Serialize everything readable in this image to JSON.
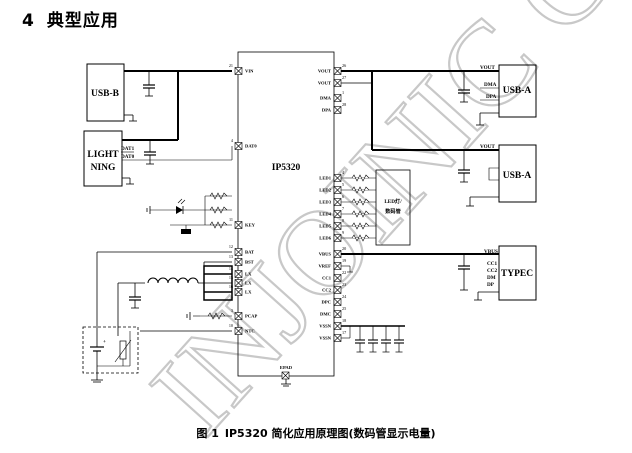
{
  "heading": {
    "number": "4",
    "title": "典型应用"
  },
  "chip": {
    "name": "IP5320",
    "left_pins": [
      {
        "num": "21",
        "name": "VIN"
      },
      {
        "num": "4",
        "name": "DAT0"
      },
      {
        "num": "11",
        "name": "KEY"
      },
      {
        "num": "12",
        "name": "BAT"
      },
      {
        "num": "13",
        "name": "BST"
      },
      {
        "num": "14",
        "name": "LX"
      },
      {
        "num": "15",
        "name": "LX"
      },
      {
        "num": "16",
        "name": "LX"
      },
      {
        "num": "3",
        "name": "PCAP"
      },
      {
        "num": "10",
        "name": "NTC"
      }
    ],
    "right_pins": [
      {
        "num": "26",
        "name": "VOUT"
      },
      {
        "num": "27",
        "name": "VOUT"
      },
      {
        "num": "1",
        "name": "DMA"
      },
      {
        "num": "28",
        "name": "DPA"
      },
      {
        "num": "4",
        "name": "LED1"
      },
      {
        "num": "5",
        "name": "LED2"
      },
      {
        "num": "6",
        "name": "LED3"
      },
      {
        "num": "7",
        "name": "LED4"
      },
      {
        "num": "8",
        "name": "LED5"
      },
      {
        "num": "9",
        "name": "LED6"
      },
      {
        "num": "20",
        "name": "VBUS"
      },
      {
        "num": "19",
        "name": "VREF"
      },
      {
        "num": "22",
        "name": "CC1"
      },
      {
        "num": "23",
        "name": "CC2"
      },
      {
        "num": "24",
        "name": "DPC"
      },
      {
        "num": "25",
        "name": "DMC"
      },
      {
        "num": "18",
        "name": "VSSN"
      },
      {
        "num": "17",
        "name": "VSSN"
      }
    ],
    "bottom_pin": {
      "num": "",
      "name": "EPAD"
    }
  },
  "connectors": {
    "usb_b": "USB-B",
    "lightning_line1": "LIGHT",
    "lightning_line2": "NING",
    "usb_a1": "USB-A",
    "usb_a2": "USB-A",
    "typec": "TYPEC"
  },
  "signals": {
    "dat1": "DAT1",
    "dat0": "DAT0",
    "vout1": "VOUT",
    "dma": "DMA",
    "dpa": "DPA",
    "vout2": "VOUT",
    "vbus": "VBUS",
    "cc1": "CC1",
    "cc2": "CC2",
    "dm": "DM",
    "dp": "DP"
  },
  "led_box": {
    "line1": "LED灯/",
    "line2": "数码管"
  },
  "caption": {
    "fig": "图 1",
    "text": "IP5320 简化应用原理图(数码管显示电量)"
  },
  "watermark": "INJOINIC Corp."
}
